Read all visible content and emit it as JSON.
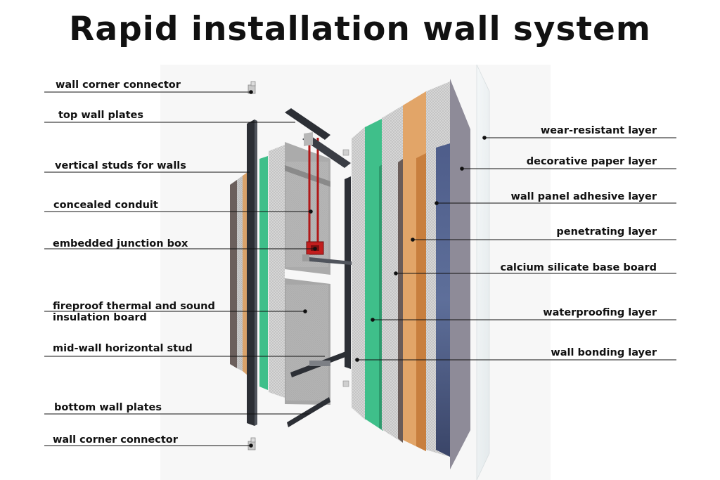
{
  "title": "Rapid installation wall system",
  "labels_left": [
    {
      "id": "wall-corner-connector-top",
      "text": "wall corner connector"
    },
    {
      "id": "top-wall-plates",
      "text": "top  wall plates"
    },
    {
      "id": "vertical-studs",
      "text": "vertical studs for walls"
    },
    {
      "id": "concealed-conduit",
      "text": "concealed conduit"
    },
    {
      "id": "embedded-junction-box",
      "text": "embedded junction box"
    },
    {
      "id": "insulation-board-line1",
      "text": "fireproof thermal and sound"
    },
    {
      "id": "insulation-board-line2",
      "text": "insulation board"
    },
    {
      "id": "mid-wall-horizontal-stud",
      "text": "mid-wall horizontal stud"
    },
    {
      "id": "bottom-wall-plates",
      "text": "bottom wall plates"
    },
    {
      "id": "wall-corner-connector-bottom",
      "text": "wall corner connector"
    }
  ],
  "labels_right": [
    {
      "id": "wear-resistant-layer",
      "text": "wear-resistant layer"
    },
    {
      "id": "decorative-paper-layer",
      "text": "decorative paper layer"
    },
    {
      "id": "wall-panel-adhesive-layer",
      "text": "wall panel adhesive layer"
    },
    {
      "id": "penetrating-layer",
      "text": "penetrating layer"
    },
    {
      "id": "calcium-silicate-base-board",
      "text": "calcium silicate base board"
    },
    {
      "id": "waterproofing-layer",
      "text": "waterproofing layer"
    },
    {
      "id": "wall-bonding-layer",
      "text": "wall bonding layer"
    }
  ],
  "colors": {
    "waterproofing": "#3fbf8a",
    "penetrating": "#e2a568",
    "adhesive": "#3d4a72",
    "decorative": "#8e8b98",
    "frame": "#2c2f35",
    "conduit": "#b01818",
    "insulation": "#a9a9a9"
  }
}
